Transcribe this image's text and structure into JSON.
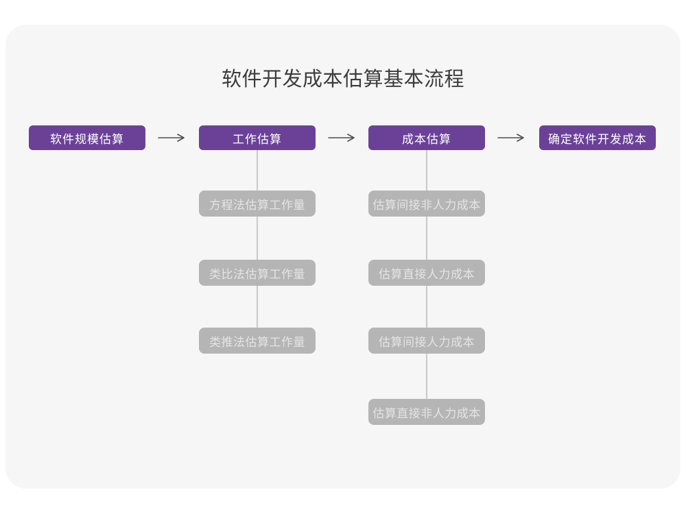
{
  "title": "软件开发成本估算基本流程",
  "colors": {
    "accent_purple": "#6b4198",
    "sub_node_gray": "#b5b5b5",
    "card_background": "#f6f6f6",
    "connector_gray": "#c9c9c9",
    "arrow_gray": "#4d4d4d",
    "title_text": "#3c3c3c"
  },
  "flow": {
    "stages": [
      {
        "label": "软件规模估算"
      },
      {
        "label": "工作估算"
      },
      {
        "label": "成本估算"
      },
      {
        "label": "确定软件开发成本"
      }
    ],
    "work_methods": [
      "方程法估算工作量",
      "类比法估算工作量",
      "类推法估算工作量"
    ],
    "cost_items": [
      "估算间接非人力成本",
      "估算直接人力成本",
      "估算间接人力成本",
      "估算直接非人力成本"
    ]
  }
}
